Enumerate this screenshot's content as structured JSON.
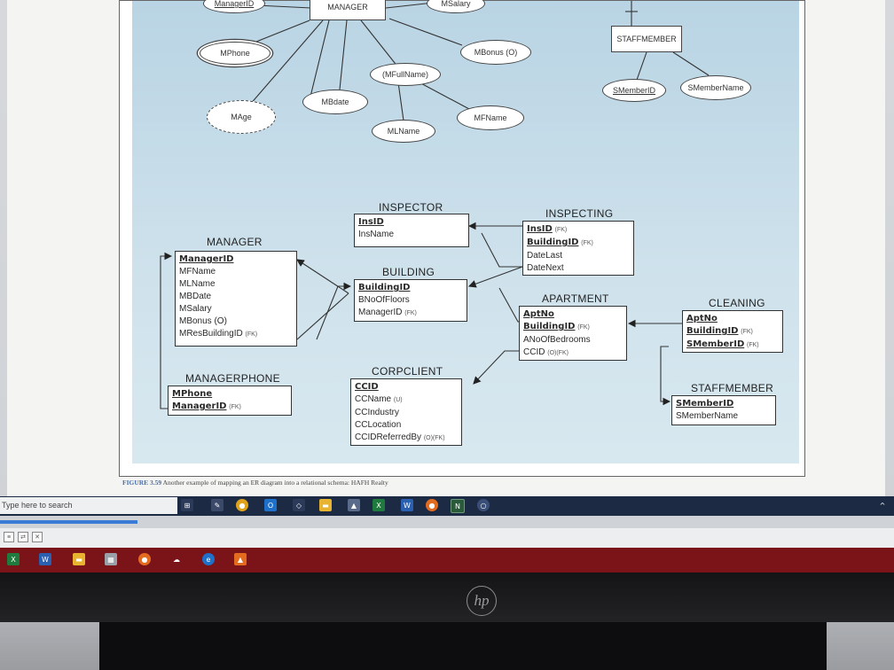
{
  "er_diagram": {
    "manager_entity": "MANAGER",
    "staffmember_entity": "STAFFMEMBER",
    "attributes": {
      "managerid": "ManagerID",
      "msalary": "MSalary",
      "mphone": "MPhone",
      "mbonus": "MBonus (O)",
      "mfullname": "(MFullName)",
      "mbdate": "MBdate",
      "mage": "MAge",
      "mlname": "MLName",
      "mfname": "MFName",
      "smemberid": "SMemberID",
      "smembername": "SMemberName"
    }
  },
  "schema": {
    "inspector": {
      "title": "INSPECTOR",
      "rows": [
        "InsID",
        "InsName"
      ]
    },
    "inspecting": {
      "title": "INSPECTING",
      "rows": [
        "InsID",
        "(FK)",
        "BuildingID",
        "(FK)",
        "DateLast",
        "DateNext"
      ]
    },
    "manager": {
      "title": "MANAGER",
      "rows": [
        "ManagerID",
        "MFName",
        "MLName",
        "MBDate",
        "MSalary",
        "MBonus (O)",
        "MResBuildingID",
        "(FK)"
      ]
    },
    "building": {
      "title": "BUILDING",
      "rows": [
        "BuildingID",
        "BNoOfFloors",
        "ManagerID",
        "(FK)"
      ]
    },
    "apartment": {
      "title": "APARTMENT",
      "rows": [
        "AptNo",
        "BuildingID",
        "(FK)",
        "ANoOfBedrooms",
        "CCID",
        "(O)(FK)"
      ]
    },
    "cleaning": {
      "title": "CLEANING",
      "rows": [
        "AptNo",
        "BuildingID",
        "(FK)",
        "SMemberID",
        "(FK)"
      ]
    },
    "managerphone": {
      "title": "MANAGERPHONE",
      "rows": [
        "MPhone",
        "ManagerID",
        "(FK)"
      ]
    },
    "corpclient": {
      "title": "CORPCLIENT",
      "rows": [
        "CCID",
        "CCName",
        "(U)",
        "CCIndustry",
        "CCLocation",
        "CCIDReferredBy",
        "(O)(FK)"
      ]
    },
    "staffmember": {
      "title": "STAFFMEMBER",
      "rows": [
        "SMemberID",
        "SMemberName"
      ]
    }
  },
  "caption": {
    "label": "FIGURE 3.59",
    "text": "Another example of mapping an ER diagram into a relational schema: HAFH Realty"
  },
  "taskbar": {
    "search_placeholder": "Type here to search"
  },
  "monitor": {
    "brand": "hp"
  }
}
